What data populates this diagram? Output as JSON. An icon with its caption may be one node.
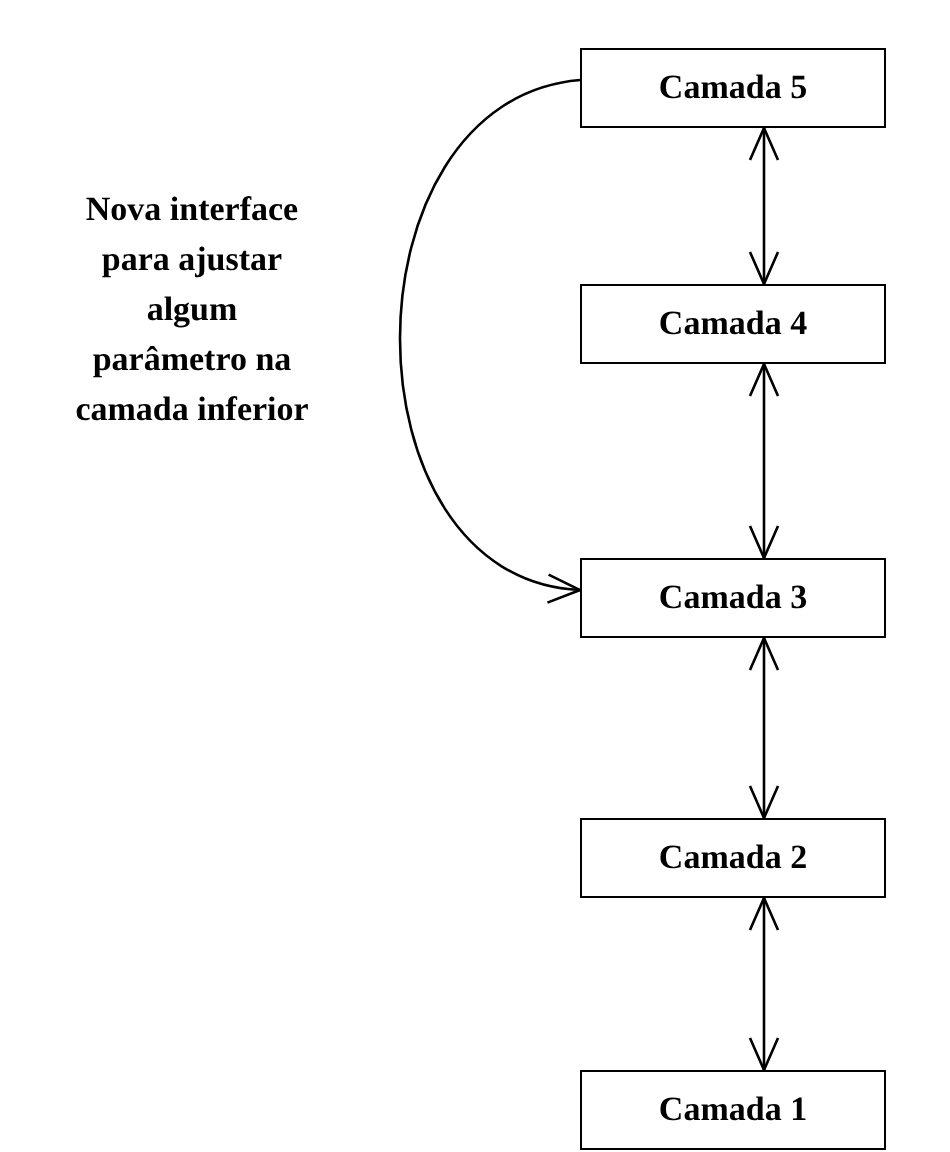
{
  "diagram": {
    "nodes": [
      {
        "text": [
          "Camada 5"
        ]
      },
      {
        "text": [
          "Camada 4"
        ]
      },
      {
        "text": [
          "Camada 3"
        ]
      },
      {
        "text": [
          "Camada 2"
        ]
      },
      {
        "text": [
          "Camada 1"
        ]
      }
    ],
    "edges": [
      {
        "from": 0,
        "to": 1,
        "arrow": "both"
      },
      {
        "from": 1,
        "to": 2,
        "arrow": "both"
      },
      {
        "from": 2,
        "to": 3,
        "arrow": "both"
      },
      {
        "from": 3,
        "to": 4,
        "arrow": "both"
      },
      {
        "from": 0,
        "to": 2,
        "arrow": "to",
        "label": "Nova interface para ajustar algum parâmetro na camada inferior"
      }
    ]
  }
}
